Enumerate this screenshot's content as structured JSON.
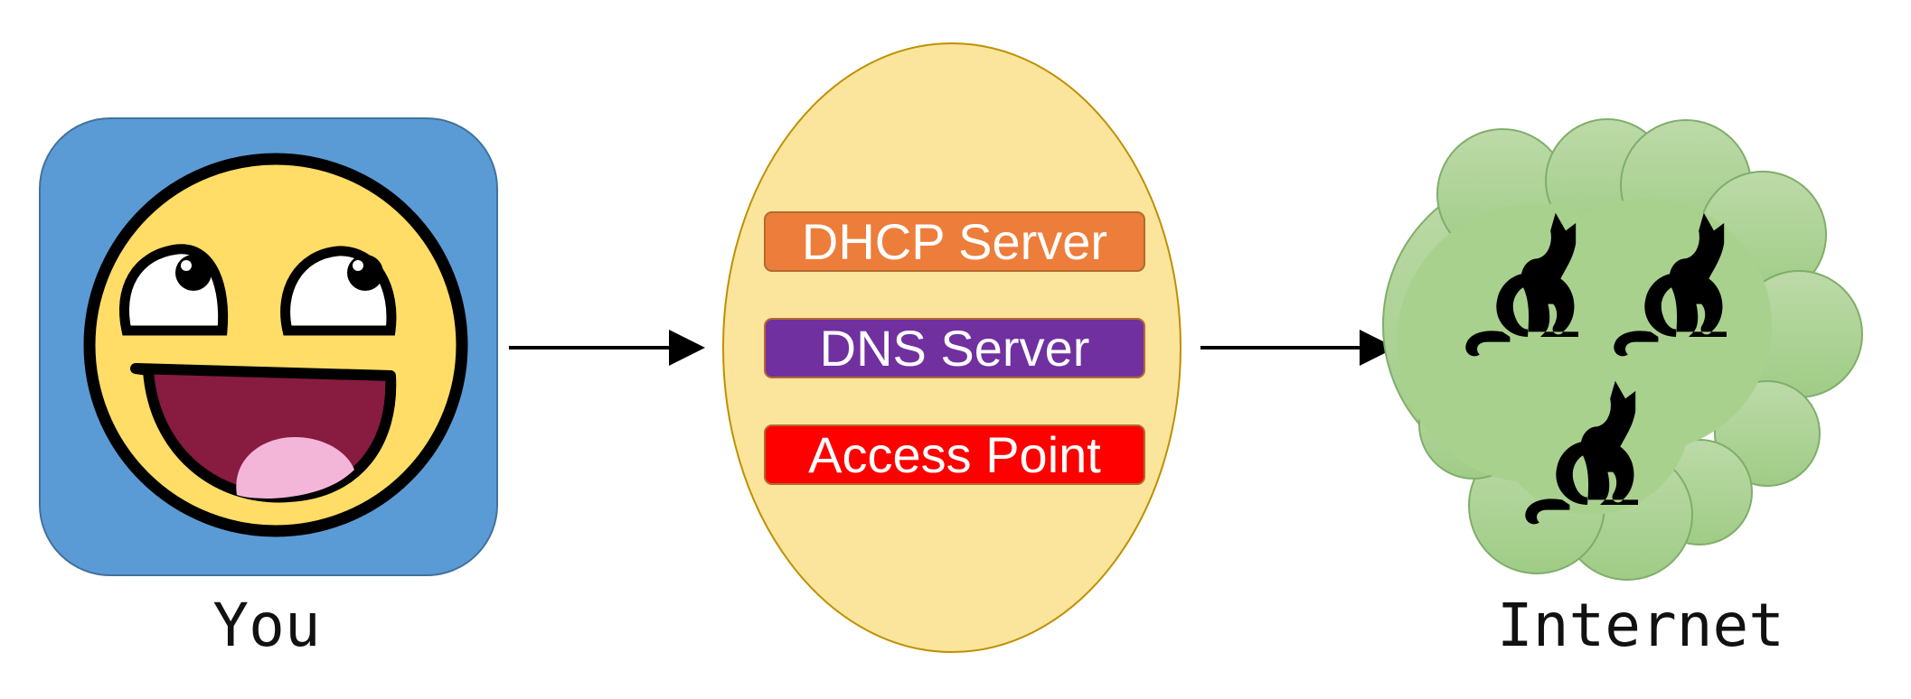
{
  "nodes": {
    "you": {
      "label": "You",
      "icon": "smiley-face-icon",
      "tile_color": "#5b9bd5"
    },
    "router": {
      "fill_color": "#fbe59d",
      "services": [
        {
          "label": "DHCP Server",
          "color": "#ed7d3a"
        },
        {
          "label": "DNS Server",
          "color": "#7030a0"
        },
        {
          "label": "Access Point",
          "color": "#ff0000"
        }
      ]
    },
    "internet": {
      "label": "Internet",
      "icon": "cloud-icon",
      "contents_icon": "cat-silhouette-icon",
      "cat_count": 3,
      "cloud_color": "#a9d18e"
    }
  },
  "edges": [
    {
      "from": "you",
      "to": "router"
    },
    {
      "from": "router",
      "to": "internet"
    }
  ]
}
